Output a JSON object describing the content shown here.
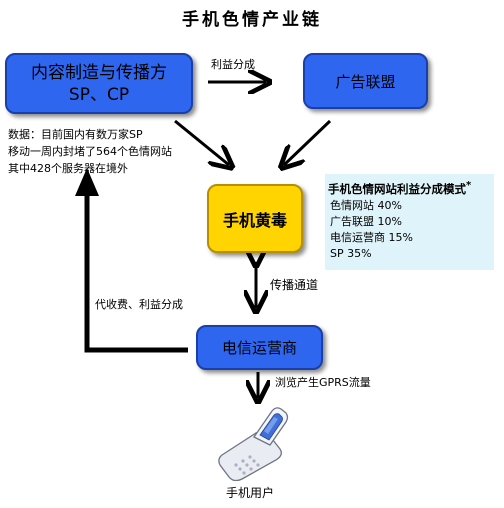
{
  "title": "手机色情产业链",
  "nodes": {
    "sp_line1": "内容制造与传播方",
    "sp_line2": "SP、CP",
    "ad": "广告联盟",
    "virus": "手机黄毒",
    "operator": "电信运营商",
    "user": "手机用户"
  },
  "edges": {
    "sp_to_ad": "利益分成",
    "virus_operator": "传播通道",
    "operator_to_sp": "代收费、利益分成",
    "operator_to_user": "浏览产生GPRS流量"
  },
  "stats": [
    "数据：目前国内有数万家SP",
    "移动一周内封堵了564个色情网站",
    "其中428个服务器在境外"
  ],
  "profit_model": {
    "title": "手机色情网站利益分成模式",
    "note_mark": "*",
    "rows": [
      "色情网站 40%",
      "广告联盟 10%",
      "电信运营商 15%",
      "SP 35%"
    ]
  }
}
